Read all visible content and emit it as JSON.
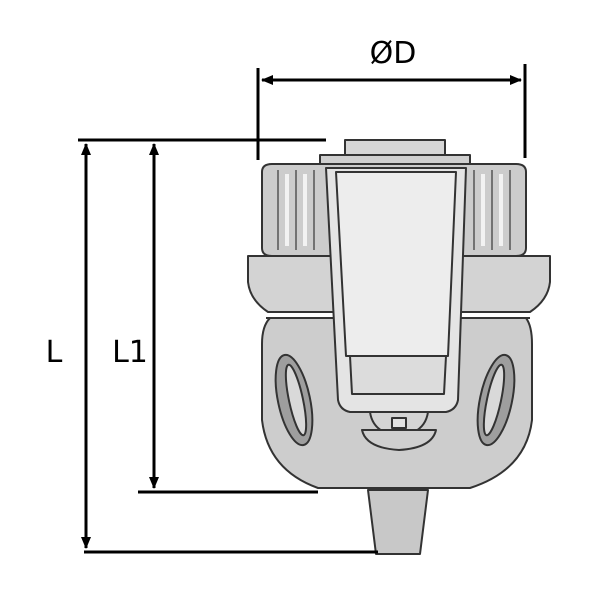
{
  "labels": {
    "diameter": "ØD",
    "length_total": "L",
    "length_body": "L1"
  },
  "colors": {
    "body_fill": "#cfcfcf",
    "body_light": "#e6e6e6",
    "body_dark": "#a9a9a9",
    "outline": "#333333",
    "dimension_line": "#000000"
  },
  "icons": [
    "drill-chuck-drawing",
    "dimension-arrow"
  ]
}
